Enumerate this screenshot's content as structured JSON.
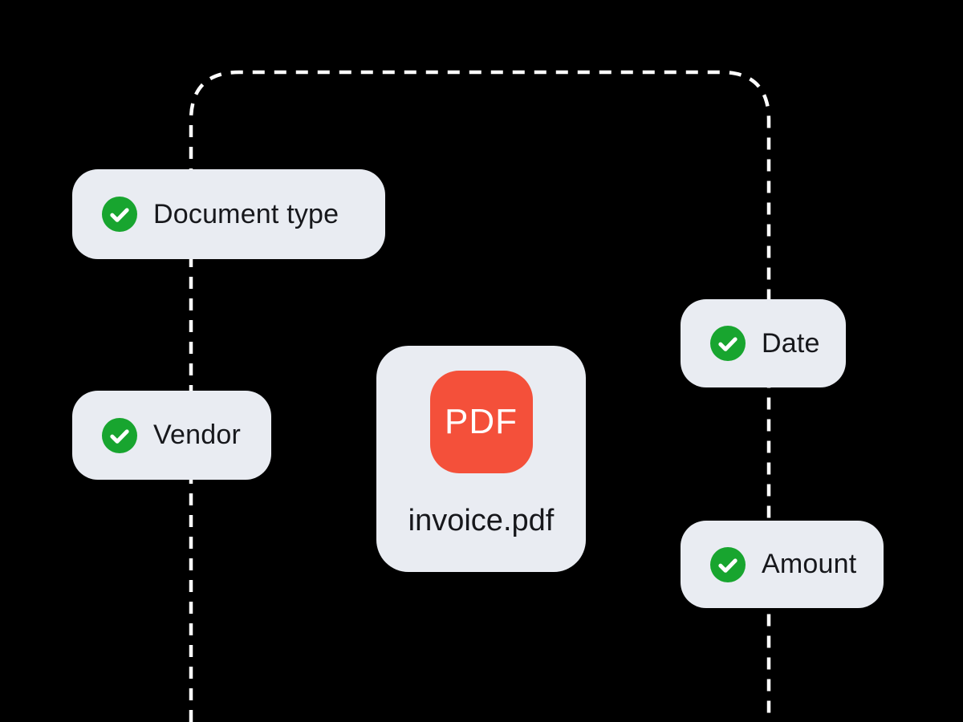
{
  "scene": {
    "description": "Document extraction flow diagram: a PDF invoice with extracted fields confirmed",
    "background": "#000000",
    "connector": {
      "style": "dashed",
      "color": "#ffffff"
    }
  },
  "colors": {
    "background": "#000000",
    "pill_bg": "#e9ecf2",
    "text": "#17181c",
    "green": "#18a52f",
    "check": "#ffffff",
    "pdf_red": "#f4503a",
    "pdf_text": "#ffffff",
    "dash": "#ffffff"
  },
  "pills": [
    {
      "id": "document-type",
      "label": "Document type",
      "icon": "check-circle-icon"
    },
    {
      "id": "vendor",
      "label": "Vendor",
      "icon": "check-circle-icon"
    },
    {
      "id": "date",
      "label": "Date",
      "icon": "check-circle-icon"
    },
    {
      "id": "amount",
      "label": "Amount",
      "icon": "check-circle-icon"
    }
  ],
  "file_card": {
    "badge_label": "PDF",
    "filename": "invoice.pdf"
  }
}
